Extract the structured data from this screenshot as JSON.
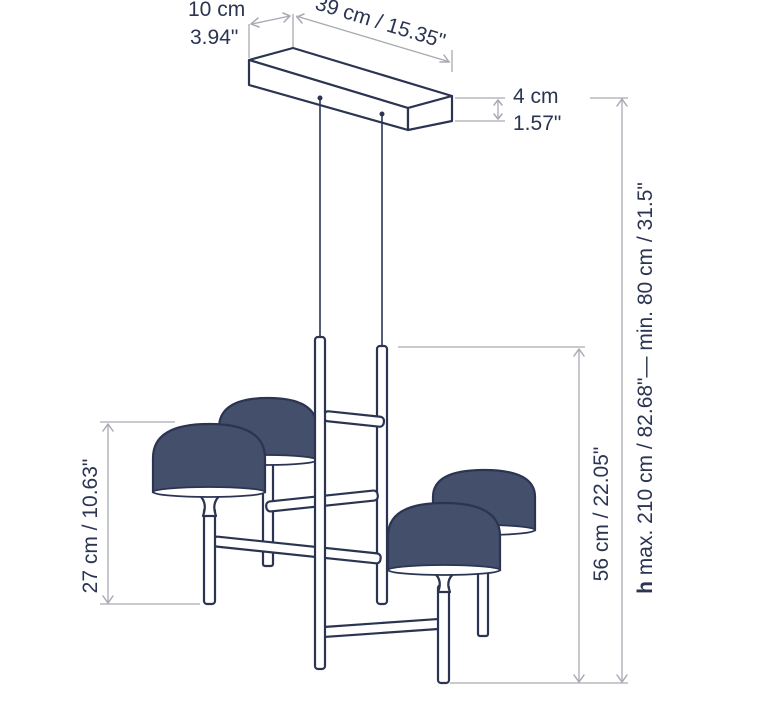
{
  "dimensions": {
    "depth_cm": "10 cm",
    "depth_in": "3.94\"",
    "width": "39 cm / 15.35\"",
    "canopy_cm": "4 cm",
    "canopy_in": "1.57\"",
    "shade_height": "27 cm / 10.63\"",
    "body_height": "56 cm / 22.05\"",
    "total_prefix": "h",
    "total_height": " max. 210 cm / 82.68\"— min. 80 cm / 31.5\""
  },
  "colors": {
    "line": "#2b3552",
    "dimension": "#a8aab2",
    "shade": "#44506b"
  }
}
